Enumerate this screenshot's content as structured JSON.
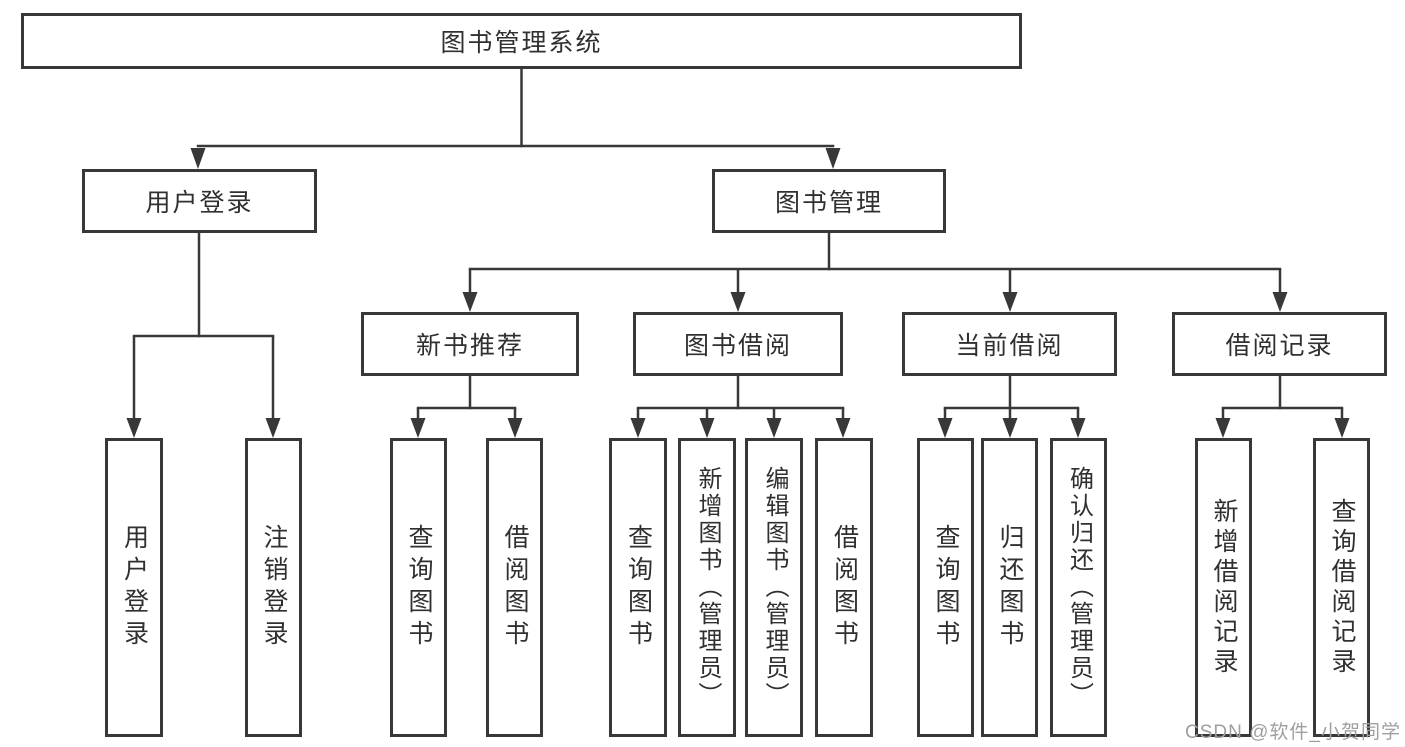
{
  "diagram": {
    "title": "图书管理系统",
    "branches": [
      {
        "label": "用户登录",
        "leaves": [
          "用户登录",
          "注销登录"
        ]
      },
      {
        "label": "图书管理",
        "children": [
          {
            "label": "新书推荐",
            "leaves": [
              "查询图书",
              "借阅图书"
            ]
          },
          {
            "label": "图书借阅",
            "leaves": [
              "查询图书",
              "新增图书（管理员）",
              "编辑图书（管理员）",
              "借阅图书"
            ]
          },
          {
            "label": "当前借阅",
            "leaves": [
              "查询图书",
              "归还图书",
              "确认归还（管理员）"
            ]
          },
          {
            "label": "借阅记录",
            "leaves": [
              "新增借阅记录",
              "查询借阅记录"
            ]
          }
        ]
      }
    ],
    "watermark": "CSDN @软件_小贺同学",
    "colors": {
      "line": "#383838",
      "text": "#303030",
      "watermark": "#9f9f9f",
      "background": "#ffffff"
    }
  }
}
